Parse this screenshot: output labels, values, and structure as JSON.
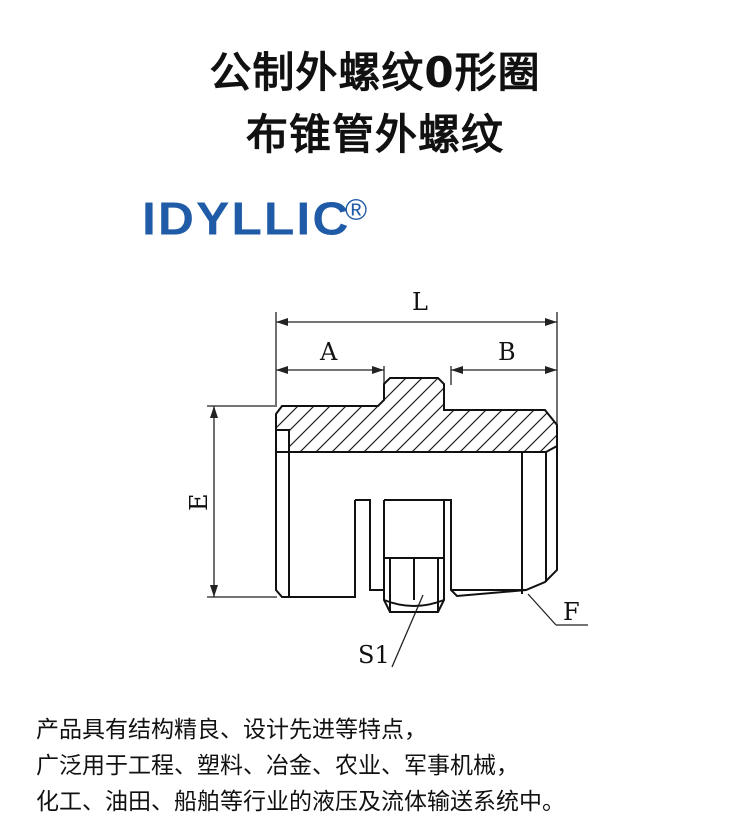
{
  "title": {
    "line1": "公制外螺纹0形圈",
    "line2": "布锥管外螺纹"
  },
  "brand": {
    "logo_text": "IDYLLIC",
    "registered_mark": "®",
    "color": "#1f5ba7"
  },
  "diagram": {
    "labels": {
      "L": "L",
      "A": "A",
      "B": "B",
      "E": "E",
      "S1": "S1",
      "F": "F"
    }
  },
  "description": {
    "lines": [
      "产品具有结构精良、设计先进等特点，",
      "广泛用于工程、塑料、冶金、农业、军事机械，",
      "化工、油田、船舶等行业的液压及流体输送系统中。"
    ]
  }
}
